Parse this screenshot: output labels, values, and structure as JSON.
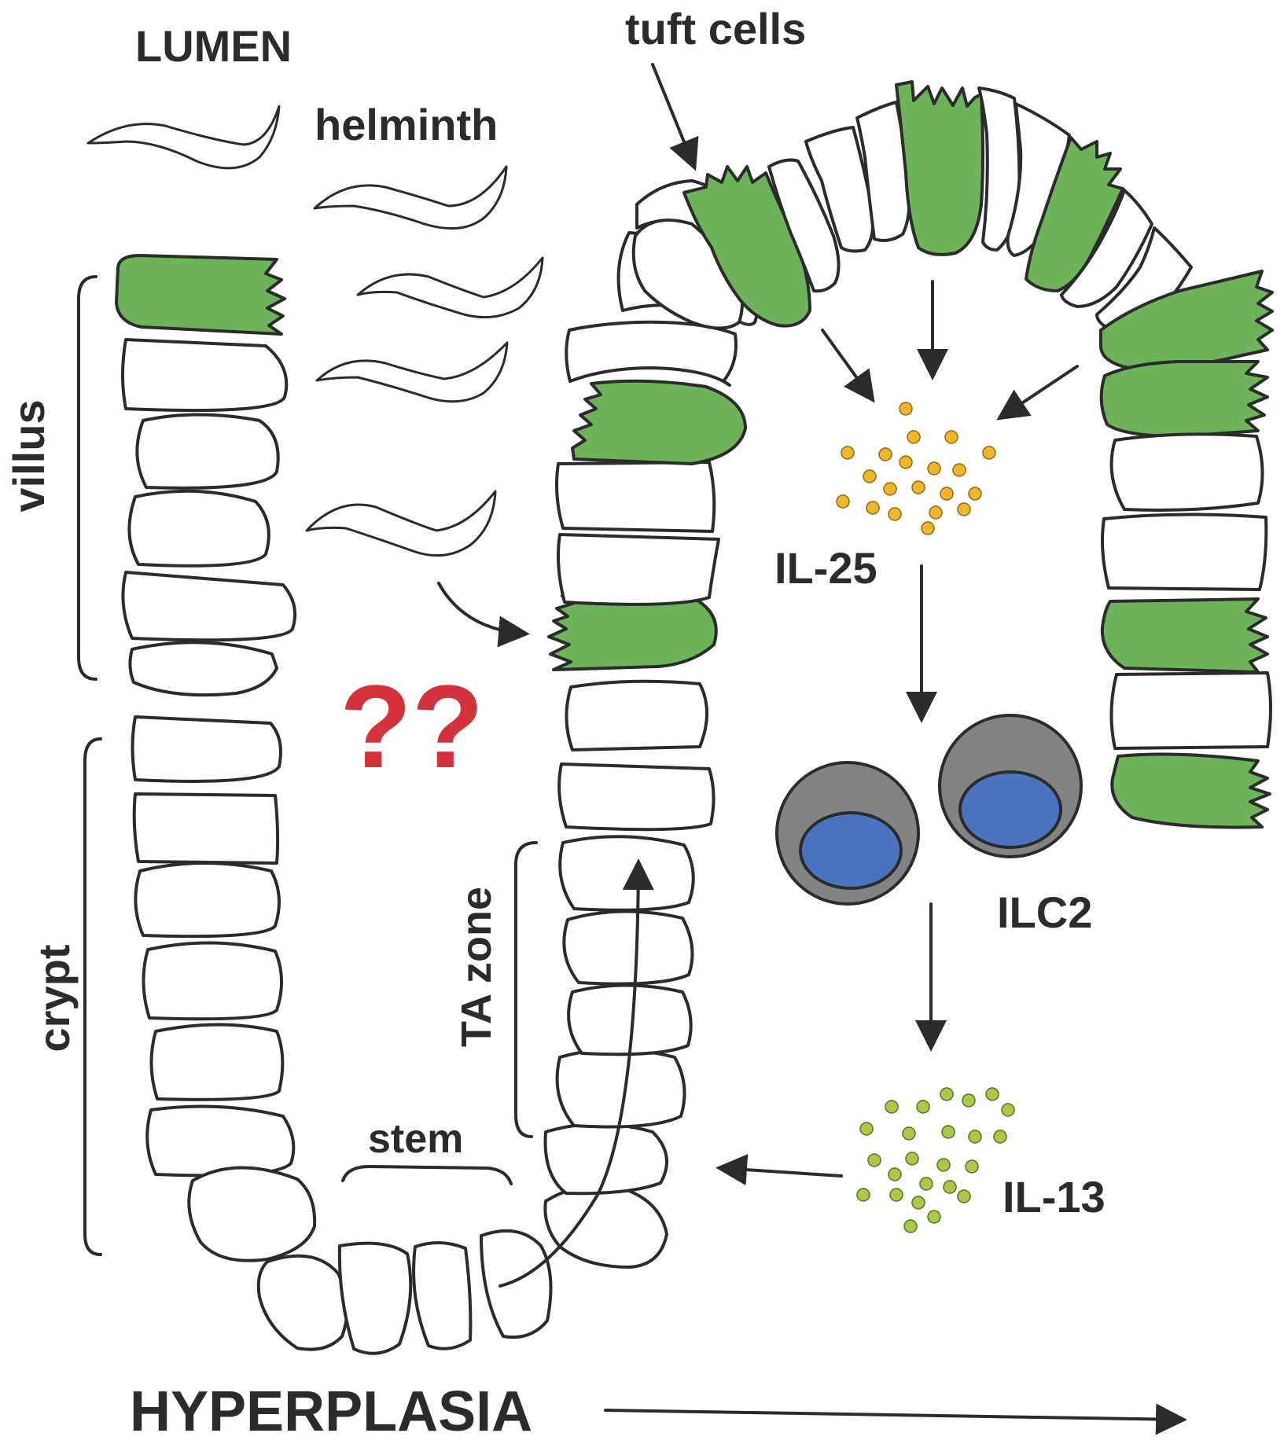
{
  "labels": {
    "lumen": "LUMEN",
    "helminth": "helminth",
    "tuft_cells": "tuft cells",
    "villus": "villus",
    "crypt": "crypt",
    "ta_zone": "TA zone",
    "stem": "stem",
    "il25": "IL-25",
    "ilc2": "ILC2",
    "il13": "IL-13",
    "unknown": "??",
    "hyperplasia": "HYPERPLASIA"
  },
  "colors": {
    "tuft_cell": "#6db35a",
    "il25_particle": "#f2b62c",
    "il13_particle": "#a9c94a",
    "ilc2_body": "#838383",
    "ilc2_nucleus": "#4a74bf",
    "question": "#d3313b",
    "ink": "#2b2b2b"
  }
}
